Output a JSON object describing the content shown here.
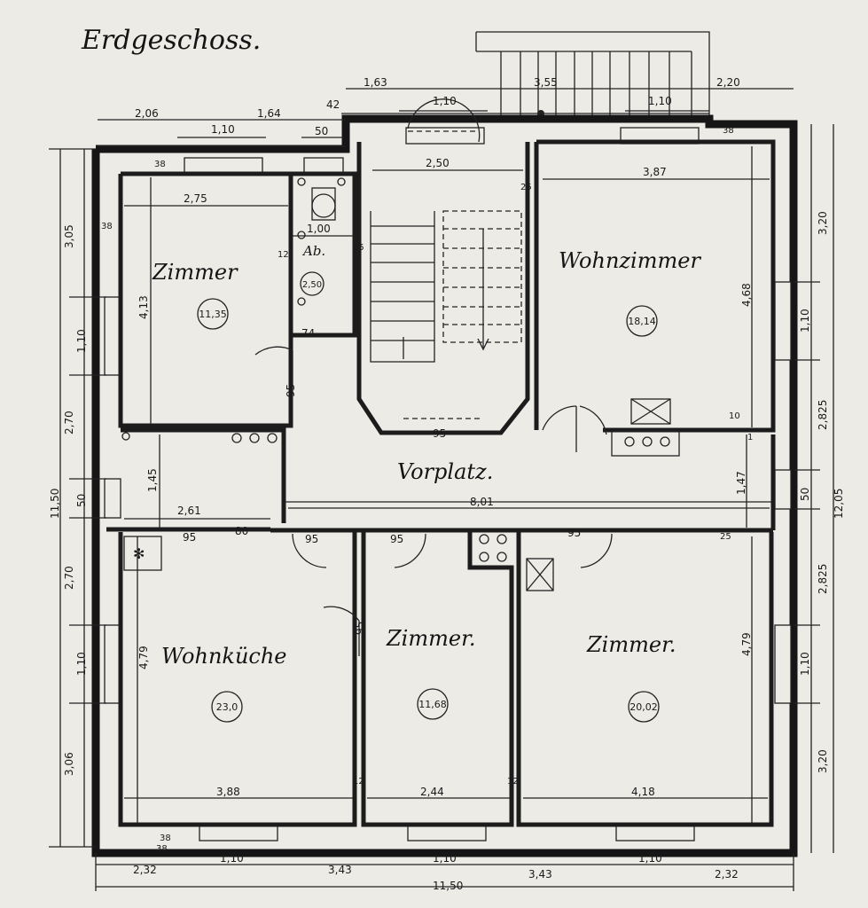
{
  "title": "Erdgeschoss.",
  "rooms": {
    "zimmer_nw": {
      "label": "Zimmer",
      "area": "11,35"
    },
    "wohnzimmer": {
      "label": "Wohnzimmer",
      "area": "18,14"
    },
    "vorplatz": {
      "label": "Vorplatz."
    },
    "wohnkueche": {
      "label": "Wohnküche",
      "area": "23,0"
    },
    "zimmer_mid": {
      "label": "Zimmer.",
      "area": "11,68"
    },
    "zimmer_se": {
      "label": "Zimmer.",
      "area": "20,02"
    },
    "abort": {
      "label": "Ab.",
      "area": "2,50"
    }
  },
  "dims": {
    "top_1_63": "1,63",
    "top_1_10_stair": "1,10",
    "top_3_55": "3,55",
    "top_1_10_r": "1,10",
    "top_2_20": "2,20",
    "top_2_06": "2,06",
    "top_1_10_l": "1,10",
    "top_1_64": "1,64",
    "top_42": "42",
    "top_50": "50",
    "stair_2_50": "2,50",
    "wz_3_87": "3,87",
    "z_2_75": "2,75",
    "ab_1_00": "1,00",
    "v_38_a": "38",
    "v_38_b": "38",
    "v_38_c": "38",
    "v_38_d": "38",
    "v_25_a": "25",
    "v_25_b": "25",
    "v_12_a": "12",
    "left_3_05": "3,05",
    "left_1_10_a": "1,10",
    "left_2_70_a": "2,70",
    "left_11_50": "11,50",
    "left_50": "50",
    "left_2_70_b": "2,70",
    "left_1_10_b": "1,10",
    "left_3_06": "3,06",
    "right_3_20_a": "3,20",
    "right_1_10_a": "1,10",
    "right_2_825_a": "2,825",
    "right_50": "50",
    "right_12_05": "12,05",
    "right_2_825_b": "2,825",
    "right_1_10_b": "1,10",
    "right_3_20_b": "3,20",
    "z_4_13": "4,13",
    "wz_4_68": "4,68",
    "wk_4_79": "4,79",
    "zse_4_79": "4,79",
    "d_95_a": "95",
    "d_95_b": "95",
    "d_95_c": "95",
    "d_95_d": "95",
    "d_95_e": "95",
    "d_95_f": "95",
    "d_95_g": "95",
    "d_1_45": "1,45",
    "d_2_61": "2,61",
    "d_1_47": "1,47",
    "d_80": "80",
    "d_74": "74",
    "corr_8_01": "8,01",
    "d_10": "10",
    "d_1": "1",
    "d_25c": "25",
    "b_3_88": "3,88",
    "b_2_44": "2,44",
    "b_4_18": "4,18",
    "b_12_a": "12",
    "b_12_b": "12",
    "b_38": "38",
    "bot_2_32_l": "2,32",
    "bot_1_10_a": "1,10",
    "bot_3_43_a": "3,43",
    "bot_1_10_b": "1,10",
    "bot_3_43_b": "3,43",
    "bot_1_10_c": "1,10",
    "bot_2_32_r": "2,32",
    "bot_11_50": "11,50"
  }
}
